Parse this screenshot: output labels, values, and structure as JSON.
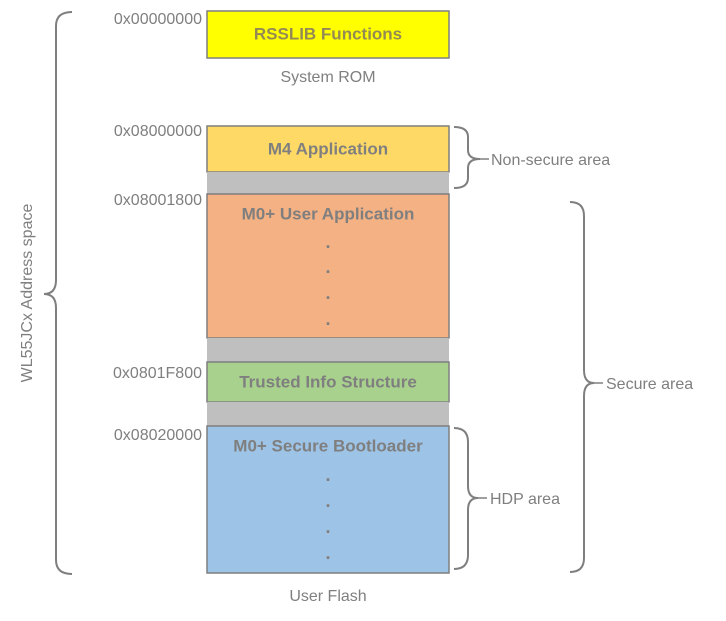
{
  "vertical_label": "WL55JCx Address space",
  "addresses": {
    "a0": "0x00000000",
    "a1": "0x08000000",
    "a2": "0x08001800",
    "a3": "0x0801F800",
    "a4": "0x08020000"
  },
  "system_rom": {
    "block_label": "RSSLIB Functions",
    "caption": "System ROM"
  },
  "flash": {
    "m4_app": "M4 Application",
    "m0_user_app": "M0+ User Application",
    "trusted_info": "Trusted Info Structure",
    "secure_bootloader": "M0+ Secure Bootloader",
    "caption": "User Flash",
    "dot": "."
  },
  "areas": {
    "non_secure": "Non-secure area",
    "secure": "Secure area",
    "hdp": "HDP area"
  },
  "colors": {
    "rssLib": "#ffff00",
    "rssLibText": "#948a54",
    "m4": "#ffd966",
    "m0user": "#f4b183",
    "trusted": "#a9d18e",
    "bootloader": "#9dc3e6",
    "gap": "#bfbfbf",
    "border": "#7f7f7f",
    "text": "#7f7f7f"
  }
}
